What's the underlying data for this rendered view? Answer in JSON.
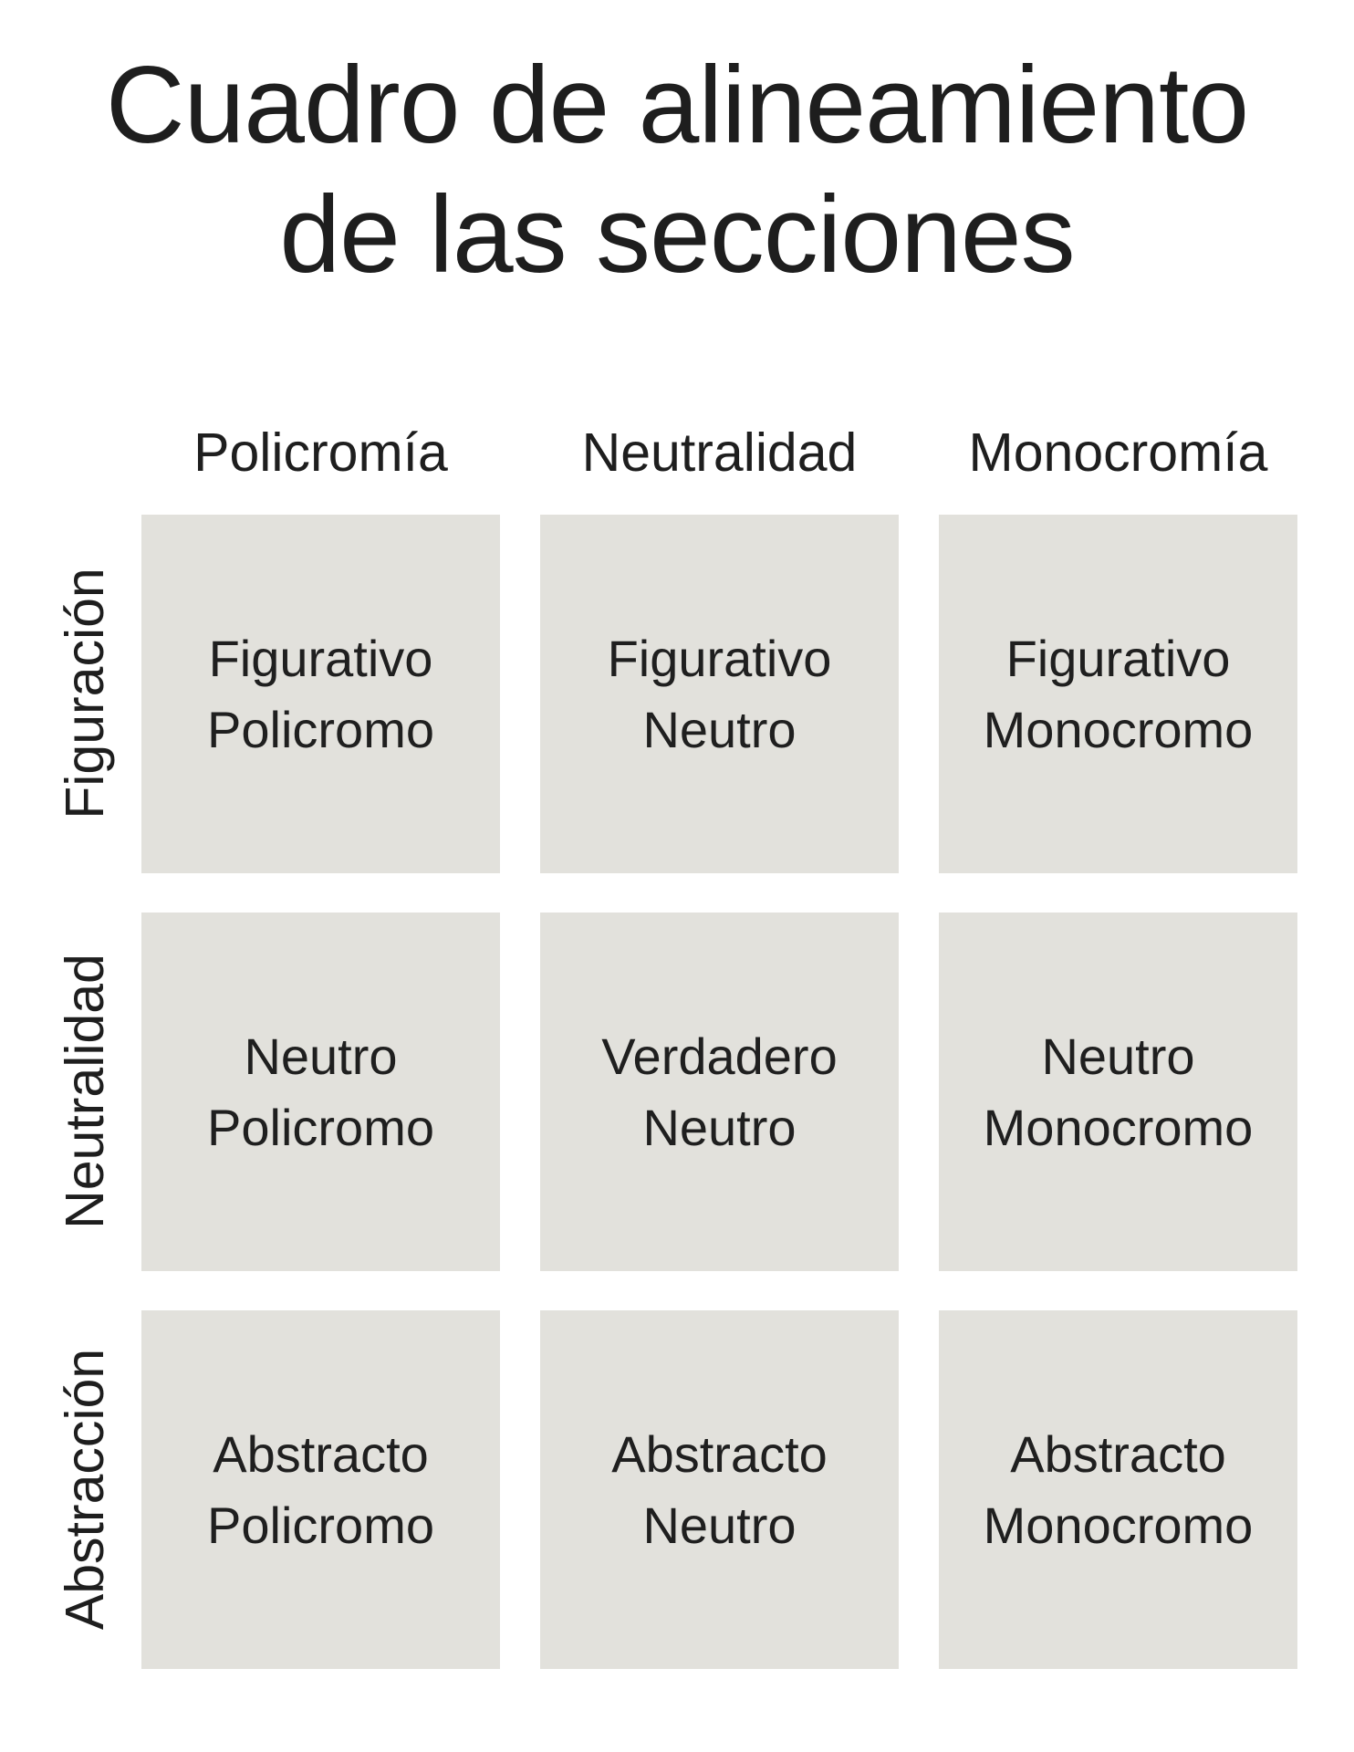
{
  "title": {
    "line1": "Cuadro de alineamiento",
    "line2": "de las secciones"
  },
  "columns": [
    "Policromía",
    "Neutralidad",
    "Monocromía"
  ],
  "rows": [
    "Figuración",
    "Neutralidad",
    "Abstracción"
  ],
  "cells": [
    [
      {
        "line1": "Figurativo",
        "line2": "Policromo"
      },
      {
        "line1": "Figurativo",
        "line2": "Neutro"
      },
      {
        "line1": "Figurativo",
        "line2": "Monocromo"
      }
    ],
    [
      {
        "line1": "Neutro",
        "line2": "Policromo"
      },
      {
        "line1": "Verdadero",
        "line2": "Neutro"
      },
      {
        "line1": "Neutro",
        "line2": "Monocromo"
      }
    ],
    [
      {
        "line1": "Abstracto",
        "line2": "Policromo"
      },
      {
        "line1": "Abstracto",
        "line2": "Neutro"
      },
      {
        "line1": "Abstracto",
        "line2": "Monocromo"
      }
    ]
  ],
  "colors": {
    "background": "#ffffff",
    "cell_background": "#e2e1dc",
    "text": "#1e1e1e"
  }
}
